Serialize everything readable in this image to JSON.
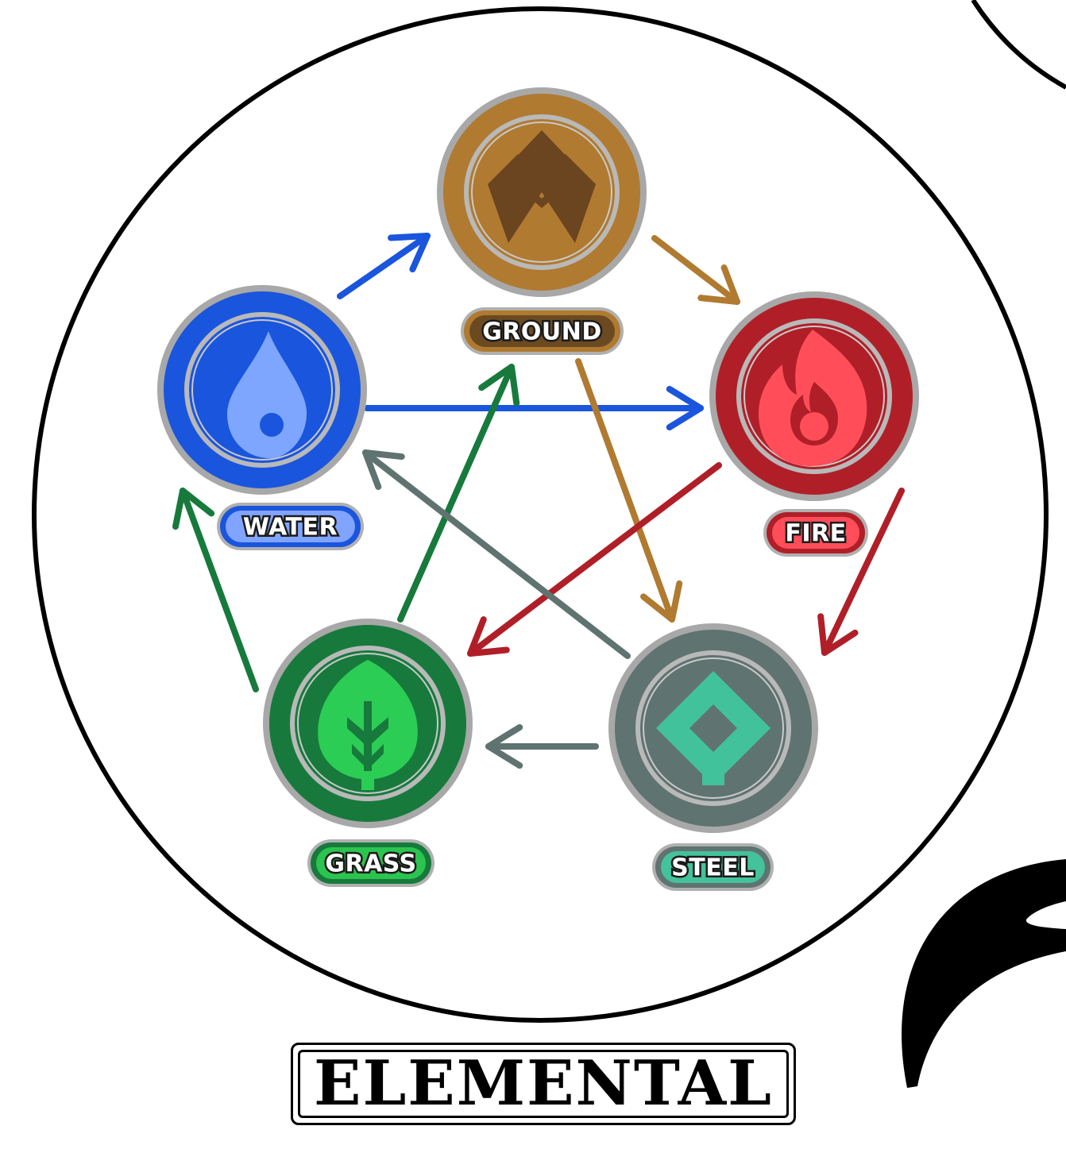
{
  "title": "ELEMENTAL",
  "elements": [
    {
      "id": "ground",
      "label": "GROUND",
      "icon": "mountain-icon",
      "ring": "#b07a30",
      "inner": "#b07a30",
      "glyph": "#6b4420",
      "pill_fill": "#6b4a22",
      "pill_border": "#b07a30"
    },
    {
      "id": "water",
      "label": "WATER",
      "icon": "water-drop-icon",
      "ring": "#1a55dd",
      "inner": "#1a55dd",
      "glyph": "#7ea6ff",
      "pill_fill": "#80a4ff",
      "pill_border": "#1a55dd"
    },
    {
      "id": "fire",
      "label": "FIRE",
      "icon": "flame-icon",
      "ring": "#b01f28",
      "inner": "#b01f28",
      "glyph": "#ff4e5a",
      "pill_fill": "#ff4e5a",
      "pill_border": "#b01f28"
    },
    {
      "id": "grass",
      "label": "GRASS",
      "icon": "leaf-icon",
      "ring": "#177a3c",
      "inner": "#177a3c",
      "glyph": "#2ccd55",
      "pill_fill": "#2bc44f",
      "pill_border": "#177a3c"
    },
    {
      "id": "steel",
      "label": "STEEL",
      "icon": "steel-shield-icon",
      "ring": "#5f7370",
      "inner": "#5f7370",
      "glyph": "#42c29a",
      "pill_fill": "#44c29a",
      "pill_border": "#5f7370"
    }
  ],
  "relations": [
    {
      "from": "water",
      "to": "ground",
      "color": "#1a55dd"
    },
    {
      "from": "water",
      "to": "fire",
      "color": "#1a55dd"
    },
    {
      "from": "ground",
      "to": "fire",
      "color": "#b07a30"
    },
    {
      "from": "ground",
      "to": "steel",
      "color": "#b07a30"
    },
    {
      "from": "fire",
      "to": "grass",
      "color": "#b01f28"
    },
    {
      "from": "fire",
      "to": "steel",
      "color": "#b01f28"
    },
    {
      "from": "grass",
      "to": "ground",
      "color": "#177a3c"
    },
    {
      "from": "grass",
      "to": "water",
      "color": "#177a3c"
    },
    {
      "from": "steel",
      "to": "water",
      "color": "#5f7370"
    },
    {
      "from": "steel",
      "to": "grass",
      "color": "#5f7370"
    }
  ]
}
